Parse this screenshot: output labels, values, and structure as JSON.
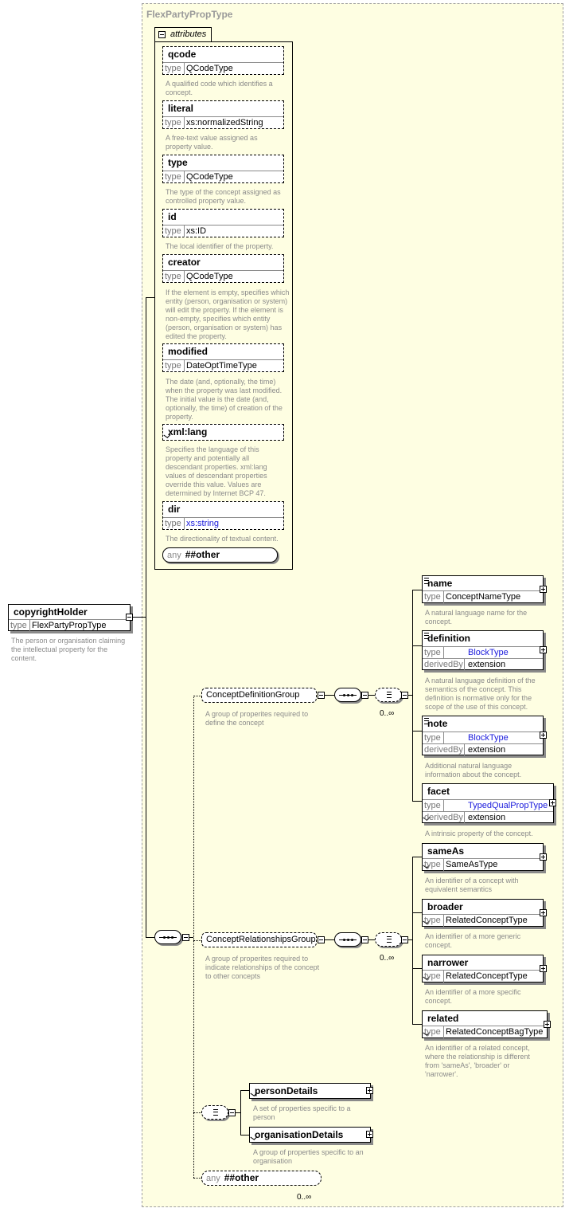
{
  "type_name": "FlexPartyPropType",
  "root": {
    "name": "copyrightHolder",
    "type_key": "type",
    "type_value": "FlexPartyPropType",
    "description": "The person or organisation claiming the intellectual property for the content."
  },
  "attributes_label": "attributes",
  "attributes": [
    {
      "name": "qcode",
      "type_key": "type",
      "type": "QCodeType",
      "description": "A qualified code which identifies a concept."
    },
    {
      "name": "literal",
      "type_key": "type",
      "type": "xs:normalizedString",
      "description": "A free-text value assigned as property value."
    },
    {
      "name": "type",
      "type_key": "type",
      "type": "QCodeType",
      "description": "The type of the concept assigned as controlled property value."
    },
    {
      "name": "id",
      "type_key": "type",
      "type": "xs:ID",
      "description": "The local identifier of the property."
    },
    {
      "name": "creator",
      "type_key": "type",
      "type": "QCodeType",
      "description": "If the element is empty, specifies which entity (person, organisation or system) will edit the property. If the element is non-empty, specifies which entity (person, organisation or system) has edited the property."
    },
    {
      "name": "modified",
      "type_key": "type",
      "type": "DateOptTimeType",
      "description": "The date (and, optionally, the time) when the property was last modified. The initial value is the date (and, optionally, the time) of creation of the property."
    },
    {
      "name": "xml:lang",
      "description": "Specifies the language of this property and potentially all descendant properties. xml:lang values of descendant properties override this value. Values are determined by Internet BCP 47."
    },
    {
      "name": "dir",
      "type_key": "type",
      "type": "xs:string",
      "description": "The directionality of textual content."
    }
  ],
  "attr_any": {
    "any": "any",
    "other": "##other"
  },
  "groups": {
    "concept_definition": {
      "name": "ConceptDefinitionGroup",
      "description": "A group of properites required to define the concept",
      "occurs": "0..∞",
      "elements": [
        {
          "name": "name",
          "type_key": "type",
          "type": "ConceptNameType",
          "description": "A natural language name for the concept."
        },
        {
          "name": "definition",
          "type_key": "type",
          "type": "BlockType",
          "derived_key": "derivedBy",
          "derived": "extension",
          "description": "A natural language definition of the semantics of the concept. This definition is normative only for the scope of the use of this concept."
        },
        {
          "name": "note",
          "type_key": "type",
          "type": "BlockType",
          "derived_key": "derivedBy",
          "derived": "extension",
          "description": "Additional natural language information about the concept."
        },
        {
          "name": "facet",
          "type_key": "type",
          "type": "TypedQualPropType",
          "derived_key": "derivedBy",
          "derived": "extension",
          "description": "A intrinsic property of the concept."
        }
      ]
    },
    "concept_relationships": {
      "name": "ConceptRelationshipsGroup",
      "description": "A group of properites required to indicate relationships of the concept to other concepts",
      "occurs": "0..∞",
      "elements": [
        {
          "name": "sameAs",
          "type_key": "type",
          "type": "SameAsType",
          "description": "An identifier of a concept with equivalent semantics"
        },
        {
          "name": "broader",
          "type_key": "type",
          "type": "RelatedConceptType",
          "description": "An identifier of a more generic concept."
        },
        {
          "name": "narrower",
          "type_key": "type",
          "type": "RelatedConceptType",
          "description": "An identifier of a more specific concept."
        },
        {
          "name": "related",
          "type_key": "type",
          "type": "RelatedConceptBagType",
          "description": "An identifier of a related concept, where the relationship is different from 'sameAs', 'broader' or 'narrower'."
        }
      ]
    }
  },
  "choice_items": [
    {
      "name": "personDetails",
      "description": "A set of properties specific to a person"
    },
    {
      "name": "organisationDetails",
      "description": "A group of properties specific to an organisation"
    }
  ],
  "elem_any": {
    "any": "any",
    "other": "##other",
    "occurs": "0..∞"
  }
}
